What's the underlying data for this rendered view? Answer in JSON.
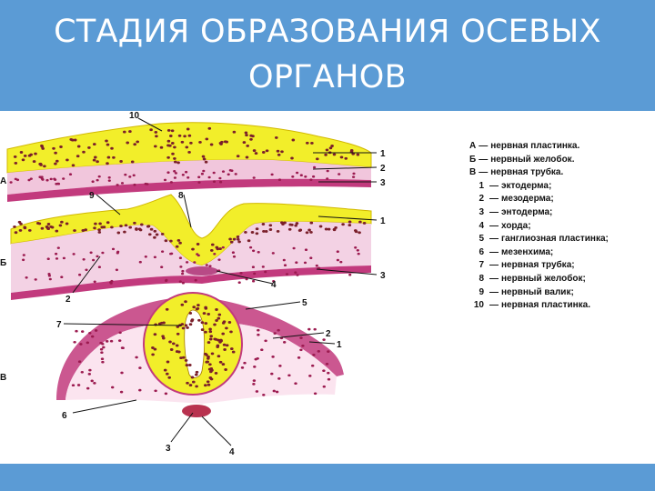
{
  "title": "СТАДИЯ ОБРАЗОВАНИЯ ОСЕВЫХ ОРГАНОВ",
  "stage_letters": [
    "А",
    "Б",
    "В"
  ],
  "figure_labels": [
    "1",
    "2",
    "3",
    "4",
    "5",
    "6",
    "7",
    "8",
    "9",
    "10"
  ],
  "legend": {
    "stages": [
      {
        "letter": "А",
        "dash": "—",
        "text": "нервная пластинка."
      },
      {
        "letter": "Б",
        "dash": "—",
        "text": "нервный желобок."
      },
      {
        "letter": "В",
        "dash": "—",
        "text": "нервная трубка."
      }
    ],
    "items": [
      {
        "num": "1",
        "dash": "—",
        "text": "эктодерма;"
      },
      {
        "num": "2",
        "dash": "—",
        "text": "мезодерма;"
      },
      {
        "num": "3",
        "dash": "—",
        "text": "энтодерма;"
      },
      {
        "num": "4",
        "dash": "—",
        "text": "хорда;"
      },
      {
        "num": "5",
        "dash": "—",
        "text": "ганглиозная пластинка;"
      },
      {
        "num": "6",
        "dash": "—",
        "text": "мезенхима;"
      },
      {
        "num": "7",
        "dash": "—",
        "text": "нервная трубка;"
      },
      {
        "num": "8",
        "dash": "—",
        "text": "нервный желобок;"
      },
      {
        "num": "9",
        "dash": "—",
        "text": "нервный валик;"
      },
      {
        "num": "10",
        "dash": "—",
        "text": "нервная пластинка."
      }
    ]
  },
  "colors": {
    "header": "#5b9bd5",
    "ectoderm": "#f2ee2a",
    "mesoderm": "#e7a6c8",
    "cells": "#9b1a4f",
    "nuclei": "#7a1f2a"
  }
}
